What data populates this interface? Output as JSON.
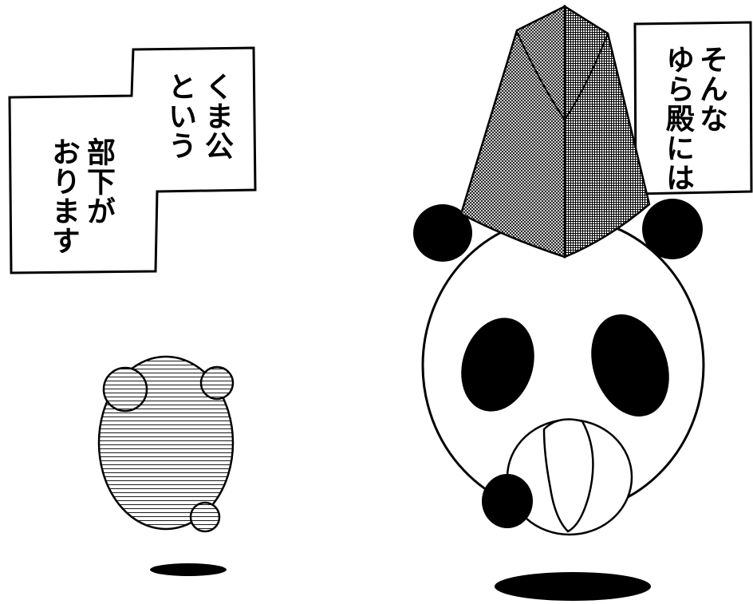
{
  "caption_left": {
    "col1": "くま公",
    "col2": "という",
    "col3": "部下が",
    "col4": "おります"
  },
  "caption_right": {
    "col1": "そんな",
    "col2": "ゆら殿には"
  },
  "colors": {
    "ink": "#000000",
    "paper": "#ffffff"
  },
  "figures": [
    "bear-figure",
    "panda-figure"
  ]
}
